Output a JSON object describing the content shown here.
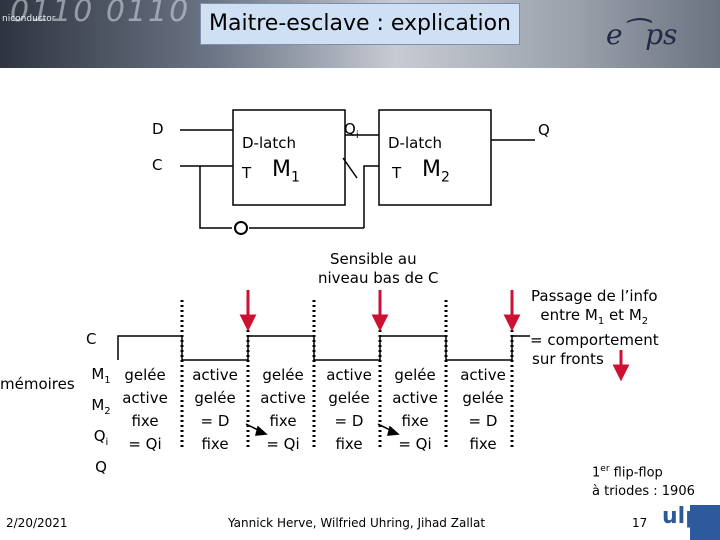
{
  "header": {
    "title": "Maitre-esclave : explication",
    "banner_digits": "0110 0110",
    "banner_tag": "niconductor",
    "logo_text": "e⁀ps"
  },
  "circuit": {
    "input_d": "D",
    "input_c": "C",
    "latch1": {
      "name": "D-latch",
      "t": "T",
      "m": "M",
      "m_sub": "1"
    },
    "latch2": {
      "name": "D-latch",
      "t": "T",
      "m": "M",
      "m_sub": "2"
    },
    "qi": "Q",
    "qi_sub": "i",
    "q_out": "Q"
  },
  "notes": {
    "sensible_line1": "Sensible au",
    "sensible_line2": "niveau bas de C",
    "passage_l1": "Passage de l’info",
    "passage_l2": "entre M",
    "passage_l2_sub": "1",
    "passage_l2_end": " et M",
    "passage_l2_sub2": "2",
    "passage_l3": "= comportement",
    "passage_l4": "sur fronts"
  },
  "timing": {
    "c_label": "C",
    "memoires_label": "mémoires",
    "rows": {
      "m1": "M",
      "m1_sub": "1",
      "m2": "M",
      "m2_sub": "2",
      "qi": "Q",
      "qi_sub": "i",
      "q": "Q"
    },
    "columns": [
      [
        "gelée",
        "active",
        "fixe",
        "= Qi"
      ],
      [
        "active",
        "gelée",
        "= D",
        "fixe"
      ],
      [
        "gelée",
        "active",
        "fixe",
        "= Qi"
      ],
      [
        "active",
        "gelée",
        "= D",
        "fixe"
      ],
      [
        "gelée",
        "active",
        "fixe",
        "= Qi"
      ],
      [
        "active",
        "gelée",
        "= D",
        "fixe"
      ]
    ]
  },
  "flipflop_note": {
    "num": "1",
    "sup": "er",
    "rest": " flip-flop",
    "line2": "à triodes : 1906"
  },
  "footer": {
    "date": "2/20/2021",
    "authors": "Yannick Herve, Wilfried Uhring, Jihad Zallat",
    "page": "17",
    "ulp_logo": "ulp"
  },
  "colors": {
    "arrow": "#cc1133",
    "title_bg": "#cfe0f5"
  }
}
